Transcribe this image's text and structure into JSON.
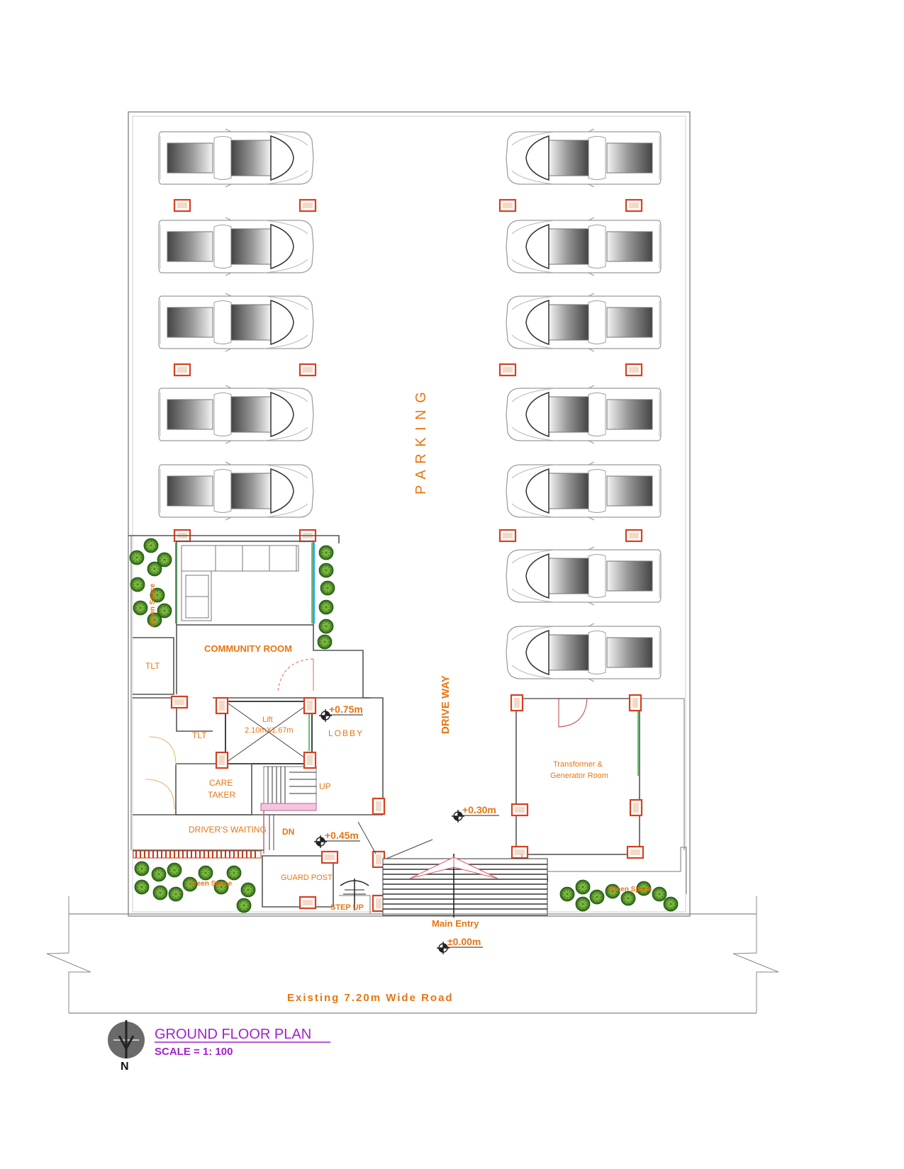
{
  "labels": {
    "parking": "P A R K I N G",
    "drive_way": "DRIVE WAY",
    "community_room": "COMMUNITY ROOM",
    "tlt_1": "TLT",
    "tlt_2": "TLT",
    "lift_title": "Lift",
    "lift_size": "2.10mX1.67m",
    "lobby": "LOBBY",
    "care_taker_1": "CARE",
    "care_taker_2": "TAKER",
    "drivers_waiting": "DRIVER'S WAITING",
    "up": "UP",
    "dn": "DN",
    "guard_post": "GUARD POST",
    "step_up": "STEP UP",
    "transformer_1": "Transformer &",
    "transformer_2": "Generator Room",
    "green_space_1": "Green Space",
    "green_space_2": "Green Space",
    "green_space_3": "Green Space",
    "main_entry": "Main Entry",
    "road": "Existing 7.20m Wide Road",
    "north": "N"
  },
  "levels": {
    "lobby": "+0.75m",
    "drive": "+0.30m",
    "guard": "+0.45m",
    "road": "±0.00m"
  },
  "title": {
    "plan": "GROUND FLOOR  PLAN",
    "scale": "SCALE = 1: 100"
  },
  "colors": {
    "label": "#e87511",
    "title": "#a020d0",
    "column": "#d8401f",
    "plant": "#5ea52c",
    "glazing": "#2fb3e0"
  }
}
